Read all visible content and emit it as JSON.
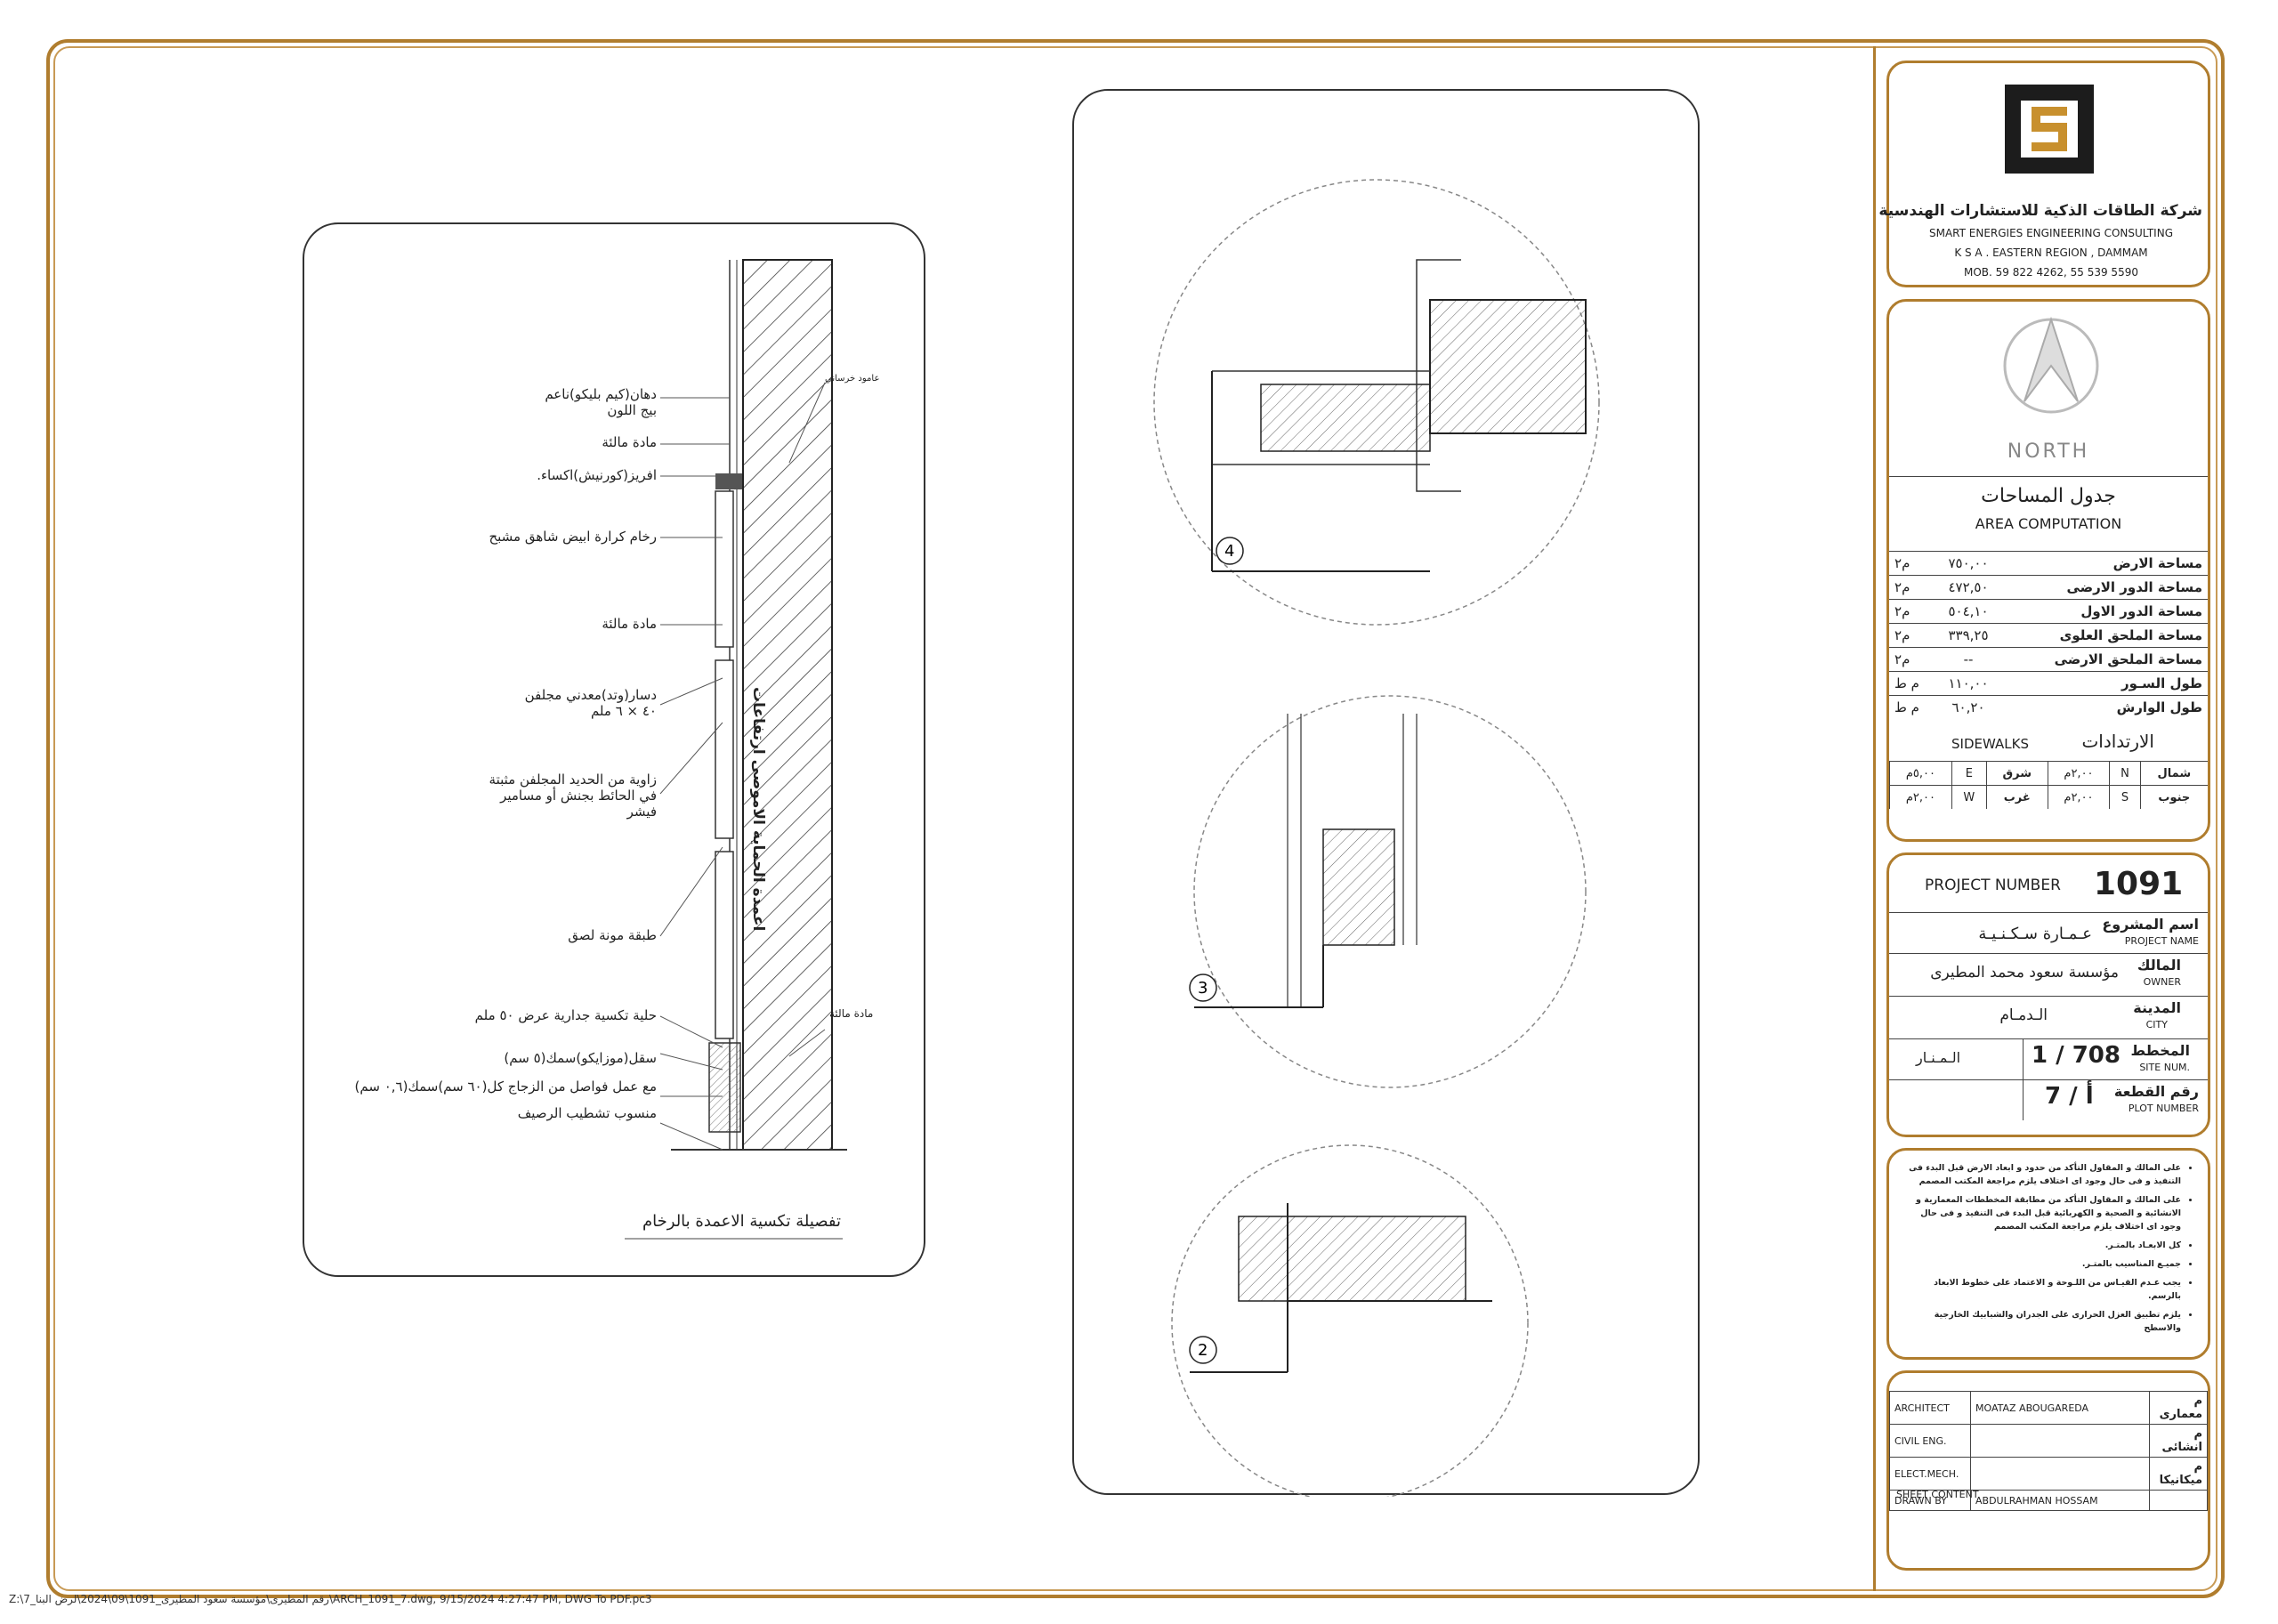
{
  "left_detail": {
    "annotations": [
      "دهان(كيم بليكو)ناعم بيج اللون",
      "مادة مالئة",
      "افريز(كورنيش)اكساء.",
      "رخام كرارة ابيض شاهق مشبح",
      "مادة مالئة",
      "دسار(وتد)معدني مجلفن ٤٠ × ٦ ملم",
      "زاوية من الحديد المجلفن مثبتة في الحائط بجنش أو مسامير فيشر",
      "طبقة مونة لصق",
      "حلية تكسية جدارية عرض ٥٠ ملم",
      "سقل(موزايكو)سمك(٥ سم)",
      "مع عمل فواصل من الزجاج كل(٦٠ سم)سمك(٠,٦ سم)",
      "منسوب تشطيب الرصيف"
    ],
    "right_labels": [
      "عامود خرساني",
      "اعمدة الحماية الاموصى ارتفاعات",
      "مادة مالئة"
    ],
    "title": "تفصيلة تكسية الاعمدة بالرخام"
  },
  "details": [
    {
      "number": "4"
    },
    {
      "number": "3"
    },
    {
      "number": "2"
    }
  ],
  "title_block": {
    "company_ar": "شركة الطاقات الذكية للاستشارات الهندسية",
    "company_en": "SMART ENERGIES ENGINEERING CONSULTING",
    "region": "K S A . EASTERN REGION , DAMMAM",
    "mobile": "MOB. 59 822 4262, 55 539 5590",
    "north": "NORTH",
    "area_title_ar": "جدول المساحات",
    "area_title_en": "AREA COMPUTATION",
    "area_rows": [
      {
        "label": "مساحة الارض",
        "value": "٧٥٠,٠٠",
        "unit": "م٢"
      },
      {
        "label": "مساحة الدور الارضى",
        "value": "٤٧٢,٥٠",
        "unit": "م٢"
      },
      {
        "label": "مساحة الدور الاول",
        "value": "٥٠٤,١٠",
        "unit": "م٢"
      },
      {
        "label": "مساحة الملحق العلوى",
        "value": "٣٣٩,٢٥",
        "unit": "م٢"
      },
      {
        "label": "مساحة الملحق الارضى",
        "value": "--",
        "unit": "م٢"
      },
      {
        "label": "طول السـور",
        "value": "١١٠,٠٠",
        "unit": "م ط"
      },
      {
        "label": "طول الوارش",
        "value": "٦٠,٢٠",
        "unit": "م ط"
      }
    ],
    "sidewalks_ar": "الارتدادات",
    "sidewalks_en": "SIDEWALKS",
    "sidewalks": [
      {
        "dir_ar": "شمال",
        "dir": "N",
        "val": "٢,٠٠م",
        "dir2_ar": "شرق",
        "dir2": "E",
        "val2": "٥,٠٠م"
      },
      {
        "dir_ar": "جنوب",
        "dir": "S",
        "val": "٢,٠٠م",
        "dir2_ar": "غرب",
        "dir2": "W",
        "val2": "٢,٠٠م"
      }
    ],
    "project_number_label": "PROJECT NUMBER",
    "project_number": "1091",
    "project_name_ar": "اسم المشروع",
    "project_name_en": "PROJECT NAME",
    "project_name": "عـمـارة سـكـنـيـة",
    "owner_ar": "المالك",
    "owner_en": "OWNER",
    "owner": "مؤسسة سعود محمد المطيرى",
    "city_ar": "المدينة",
    "city_en": "CITY",
    "city": "الـدمـام",
    "site_ar": "المخطط",
    "site_en": "SITE NUM.",
    "site": "1 / 708",
    "district": "الـمـنـار",
    "plot_ar": "رقم القطعة",
    "plot_en": "PLOT NUMBER",
    "plot": "7 / أ",
    "notes": [
      "على المالك و المقاول التأكد من حدود و ابعاد الارض قبل البدء فى التنفيذ و فى حال وجود اى اختلاف يلزم مراجعة المكتب المصمم",
      "على المالك و المقاول التأكد من مطابقة المخططات المعمارية و الانشائية و الصحية و الكهربائية قبل البدء فى التنفيذ و فى حال وجود اى اختلاف يلزم مراجعة المكتب المصمم",
      "كل الابعـاد بالمتـر.",
      "جميـع المناسيب بالمتـر.",
      "يجب عـدم القيـاس من اللـوحة و الاعتماد على خطوط الابعاد بالرسم.",
      "يلزم تطبيق العزل الحرارى على الجدران والشبابيك الخارجية والاسطح"
    ],
    "staff": [
      {
        "role": "ARCHITECT",
        "name": "MOATAZ ABOUGAREDA",
        "role_ar": "م معمارى"
      },
      {
        "role": "CIVIL ENG.",
        "name": "",
        "role_ar": "م انشائى"
      },
      {
        "role": "ELECT.MECH.",
        "name": "",
        "role_ar": "م ميكانيكا"
      },
      {
        "role": "DRAWN BY",
        "name": "ABDULRAHMAN HOSSAM",
        "role_ar": ""
      }
    ],
    "sheet_content": "SHEET CONTENT"
  },
  "footer": "Z:\\7_رقم المطيرى\\مؤسسة سعود المطيرى_1091\\09\\2024\\لرض البنا\\ARCH_1091_7.dwg, 9/15/2024 4:27:47 PM, DWG To PDF.pc3"
}
